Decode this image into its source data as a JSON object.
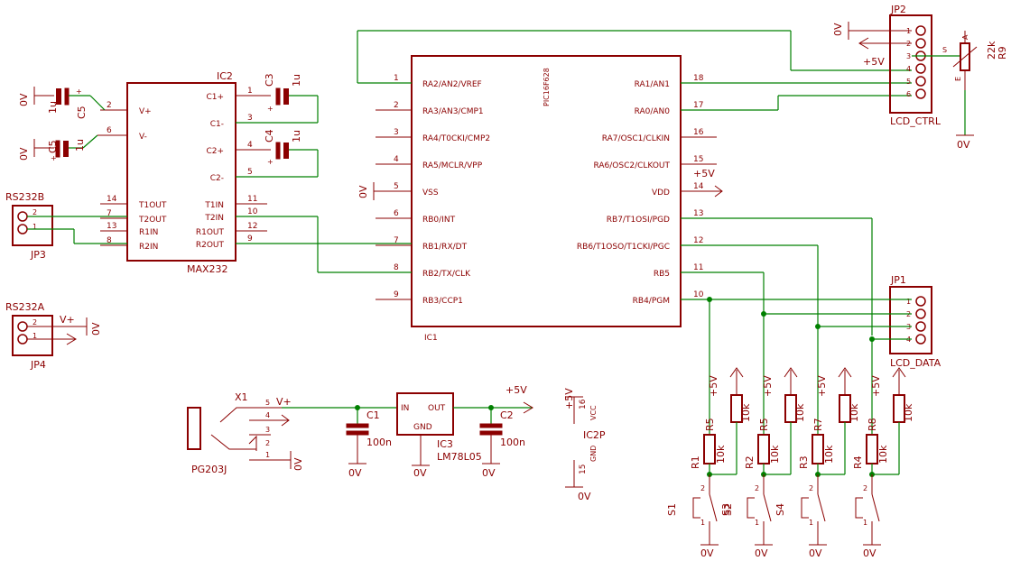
{
  "ic1": {
    "ref": "IC1",
    "part": "PIC16F628",
    "left_pins": [
      {
        "num": "1",
        "name": "RA2/AN2/VREF"
      },
      {
        "num": "2",
        "name": "RA3/AN3/CMP1"
      },
      {
        "num": "3",
        "name": "RA4/T0CKI/CMP2"
      },
      {
        "num": "4",
        "name": "RA5/MCLR/VPP"
      },
      {
        "num": "5",
        "name": "VSS"
      },
      {
        "num": "6",
        "name": "RB0/INT"
      },
      {
        "num": "7",
        "name": "RB1/RX/DT"
      },
      {
        "num": "8",
        "name": "RB2/TX/CLK"
      },
      {
        "num": "9",
        "name": "RB3/CCP1"
      }
    ],
    "right_pins": [
      {
        "num": "18",
        "name": "RA1/AN1"
      },
      {
        "num": "17",
        "name": "RA0/AN0"
      },
      {
        "num": "16",
        "name": "RA7/OSC1/CLKIN"
      },
      {
        "num": "15",
        "name": "RA6/OSC2/CLKOUT"
      },
      {
        "num": "14",
        "name": "VDD"
      },
      {
        "num": "13",
        "name": "RB7/T1OSI/PGD"
      },
      {
        "num": "12",
        "name": "RB6/T1OSO/T1CKI/PGC"
      },
      {
        "num": "11",
        "name": "RB5"
      },
      {
        "num": "10",
        "name": "RB4/PGM"
      }
    ]
  },
  "ic2": {
    "ref": "IC2",
    "part": "MAX232",
    "left_pins": [
      {
        "num": "2",
        "name": "V+"
      },
      {
        "num": "6",
        "name": "V-"
      },
      {
        "num": "14",
        "name": "T1OUT"
      },
      {
        "num": "7",
        "name": "T2OUT"
      },
      {
        "num": "13",
        "name": "R1IN"
      },
      {
        "num": "8",
        "name": "R2IN"
      }
    ],
    "right_pins": [
      {
        "num": "1",
        "name": "C1+"
      },
      {
        "num": "3",
        "name": "C1-"
      },
      {
        "num": "4",
        "name": "C2+"
      },
      {
        "num": "5",
        "name": "C2-"
      },
      {
        "num": "11",
        "name": "T1IN"
      },
      {
        "num": "10",
        "name": "T2IN"
      },
      {
        "num": "12",
        "name": "R1OUT"
      },
      {
        "num": "9",
        "name": "R2OUT"
      }
    ]
  },
  "ic3": {
    "ref": "IC3",
    "part": "LM78L05",
    "in": "IN",
    "out": "OUT",
    "gnd": "GND"
  },
  "ic2p": {
    "ref": "IC2P",
    "vcc": "VCC",
    "gnd": "GND",
    "pin_vcc": "16",
    "pin_gnd": "15"
  },
  "jp2": {
    "ref": "JP2",
    "label": "LCD_CTRL",
    "pins": [
      "1",
      "2",
      "3",
      "4",
      "5",
      "6"
    ]
  },
  "jp1": {
    "ref": "JP1",
    "label": "LCD_DATA",
    "pins": [
      "1",
      "2",
      "3",
      "4"
    ]
  },
  "rs232b": {
    "ref": "RS232B",
    "jp": "JP3",
    "pins": [
      "2",
      "1"
    ]
  },
  "rs232a": {
    "ref": "RS232A",
    "jp": "JP4",
    "pins": [
      "2",
      "1"
    ]
  },
  "caps": {
    "c3": "C3",
    "c3v": "1u",
    "c4": "C4",
    "c4v": "1u",
    "c5a": "C5",
    "c5av": "1u",
    "c5b": "C5",
    "c5bv": "1u",
    "c1": "C1",
    "c1v": "100n",
    "c2": "C2",
    "c2v": "100n"
  },
  "r9": {
    "ref": "R9",
    "value": "22k",
    "a": "A",
    "s": "S",
    "e": "E"
  },
  "resistors": [
    {
      "pull": "R5",
      "pull_val": "10k",
      "ser": "R1",
      "ser_val": "10k",
      "sw": "S1",
      "sw2": "S2"
    },
    {
      "pull": "R5",
      "pull_val": "10k",
      "ser": "R2",
      "ser_val": "10k",
      "sw": "S3"
    },
    {
      "pull": "R7",
      "pull_val": "10k",
      "ser": "R3",
      "ser_val": "10k",
      "sw": "S4"
    },
    {
      "pull": "R8",
      "pull_val": "10k",
      "ser": "R4",
      "ser_val": "10k"
    }
  ],
  "x1": {
    "ref": "X1",
    "part": "PG203J",
    "pins": [
      "5",
      "4",
      "3",
      "2",
      "1"
    ]
  },
  "nets": {
    "gnd": "0V",
    "vcc": "+5V",
    "vplus": "V+"
  }
}
